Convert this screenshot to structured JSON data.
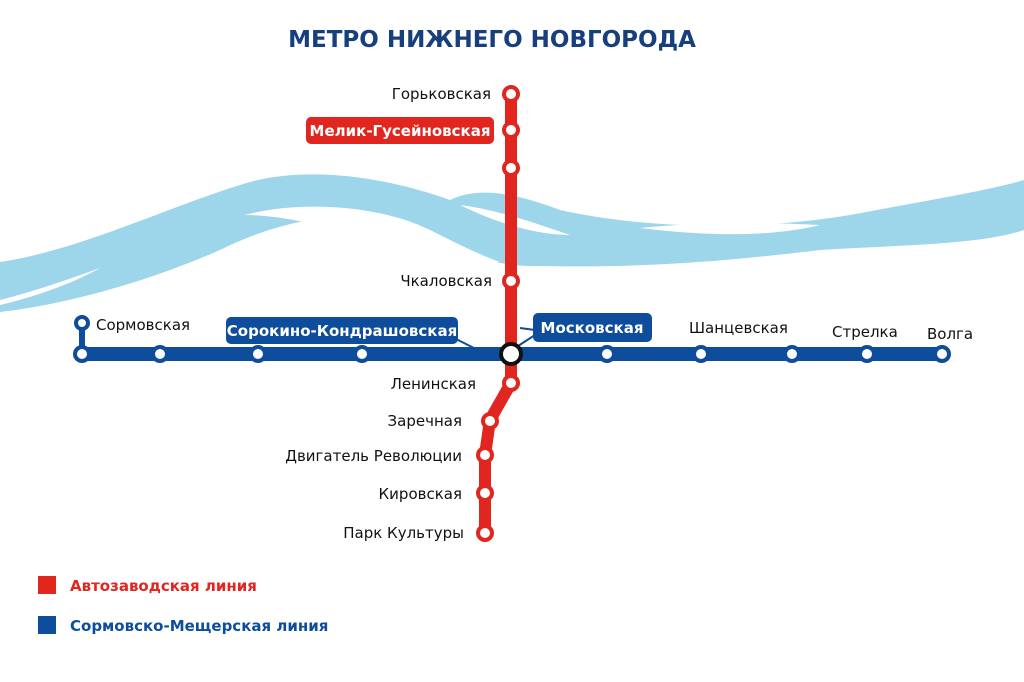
{
  "title": "МЕТРО НИЖНЕГО НОВГОРОДА",
  "colors": {
    "red_line": "#e0261f",
    "blue_line": "#0e4c9c",
    "river": "#9dd5eb",
    "title": "#163f7c"
  },
  "red_line": {
    "name": "Автозаводская линия",
    "stations": [
      "Горьковская",
      "Мелик-Гусейновская",
      "",
      "Чкаловская",
      "Ленинская",
      "Заречная",
      "Двигатель Революции",
      "Кировская",
      "Парк Культуры"
    ]
  },
  "blue_line": {
    "name": "Сормовско-Мещерская линия",
    "stations": [
      "Сормовская",
      "Сорокино-Кондрашовская",
      "Московская",
      "Шанцевская",
      "Стрелка",
      "Волга"
    ]
  }
}
